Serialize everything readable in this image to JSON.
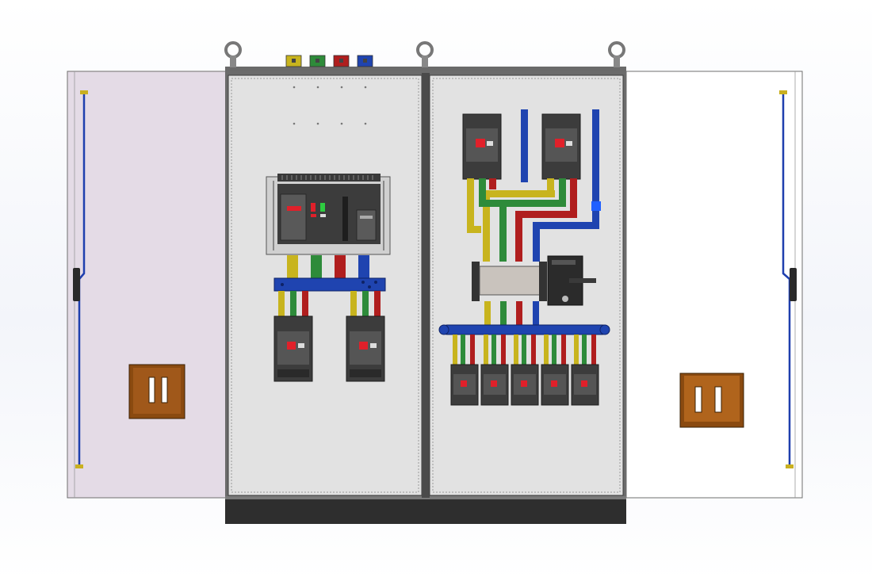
{
  "scene": {
    "description_free": true,
    "panel_labels": {
      "acb_display": "",
      "acb_nameplate": "",
      "isolator_tag_line_1": "",
      "isolator_tag_line_2": ""
    },
    "colors": {
      "door_left_tint": "#e4dbe6",
      "door_right_tint": "#ffffff",
      "panel_back": "#d9d9d9",
      "cabinet_frame": "#5a5a5a",
      "plinth": "#2e2e2e",
      "phase_L1": "#c8b41e",
      "phase_L2": "#2e8b3a",
      "phase_L3": "#b01e1e",
      "neutral": "#1f44b0",
      "breaker_body": "#3c3c3c",
      "breaker_face": "#555555",
      "breaker_red": "#e0202a",
      "handle_brown": "#8a4a10",
      "door_rod": "#1f3fae"
    },
    "counts": {
      "lifting_eyes": 3,
      "top_terminals": 4,
      "left_outgoing_breakers": 2,
      "right_incoming_breakers": 2,
      "right_outgoing_breakers": 5
    }
  }
}
